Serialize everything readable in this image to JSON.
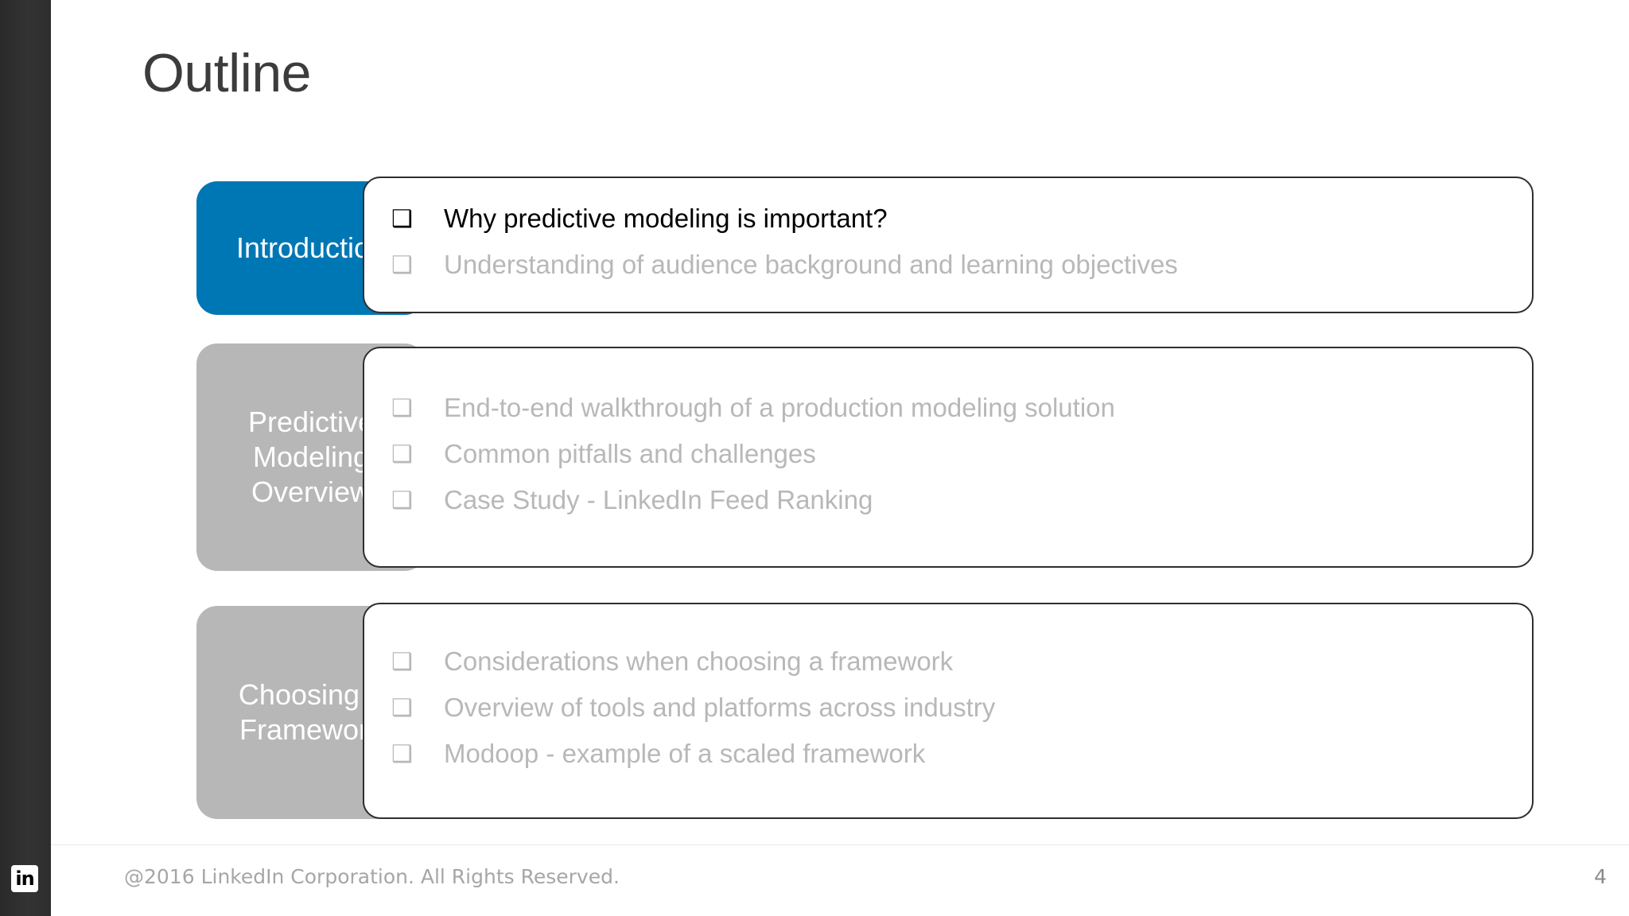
{
  "slide": {
    "title": "Outline",
    "page_number": "4",
    "bullet_glyph": "❑",
    "colors": {
      "accent_blue": "#0077b5",
      "muted_gray": "#b7b7b7",
      "dim_text": "#b8b8b8",
      "strong_text": "#000000",
      "title_text": "#3c3c3c",
      "card_border": "#2e2e2e",
      "rail": "#2e2e2e"
    },
    "sections": [
      {
        "pill_label": "Introduction",
        "state": "active",
        "bullets": [
          {
            "text": "Why predictive modeling is important?",
            "emphasis": "strong"
          },
          {
            "text": "Understanding of audience background and learning objectives",
            "emphasis": "dim"
          }
        ]
      },
      {
        "pill_label": "Predictive Modeling Overview",
        "state": "muted",
        "bullets": [
          {
            "text": "End-to-end walkthrough of a production modeling solution",
            "emphasis": "dim"
          },
          {
            "text": "Common pitfalls and challenges",
            "emphasis": "dim"
          },
          {
            "text": "Case Study - LinkedIn Feed Ranking",
            "emphasis": "dim"
          }
        ]
      },
      {
        "pill_label": "Choosing a Framework",
        "state": "muted",
        "bullets": [
          {
            "text": "Considerations when choosing a framework",
            "emphasis": "dim"
          },
          {
            "text": "Overview of tools and platforms across industry",
            "emphasis": "dim"
          },
          {
            "text": "Modoop - example of a scaled framework",
            "emphasis": "dim"
          }
        ]
      }
    ],
    "footer": {
      "copyright": "@2016 LinkedIn Corporation. All Rights Reserved.",
      "logo_text": "in"
    }
  }
}
